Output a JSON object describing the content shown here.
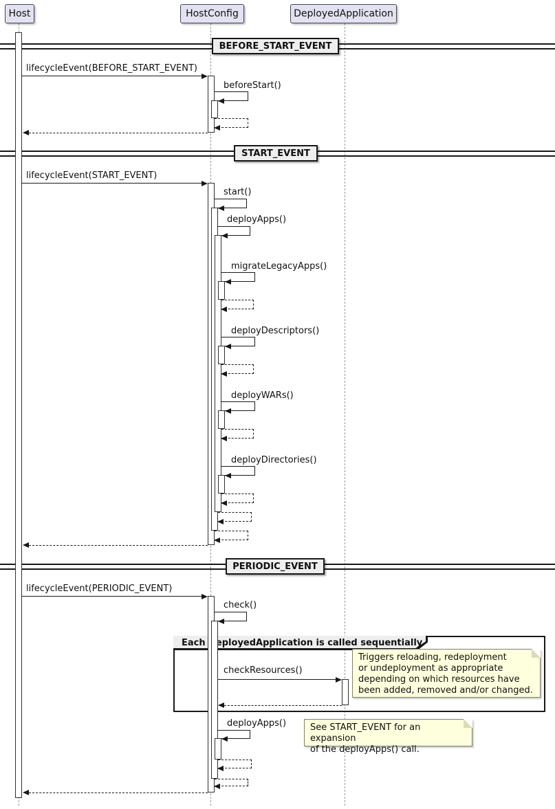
{
  "participants": [
    {
      "label": "Host"
    },
    {
      "label": "HostConfig"
    },
    {
      "label": "DeployedApplication"
    }
  ],
  "dividers": [
    {
      "label": "BEFORE_START_EVENT"
    },
    {
      "label": "START_EVENT"
    },
    {
      "label": "PERIODIC_EVENT"
    }
  ],
  "messages": {
    "lifecycle_before_start": {
      "label": "lifecycleEvent(BEFORE_START_EVENT)"
    },
    "before_start": {
      "label": "beforeStart()"
    },
    "lifecycle_start": {
      "label": "lifecycleEvent(START_EVENT)"
    },
    "start": {
      "label": "start()"
    },
    "deploy_apps": {
      "label": "deployApps()"
    },
    "migrate_legacy_apps": {
      "label": "migrateLegacyApps()"
    },
    "deploy_descriptors": {
      "label": "deployDescriptors()"
    },
    "deploy_wars": {
      "label": "deployWARs()"
    },
    "deploy_directories": {
      "label": "deployDirectories()"
    },
    "lifecycle_periodic": {
      "label": "lifecycleEvent(PERIODIC_EVENT)"
    },
    "check": {
      "label": "check()"
    },
    "check_resources": {
      "label": "checkResources()"
    },
    "deploy_apps_periodic": {
      "label": "deployApps()"
    }
  },
  "group": {
    "label": "Each DeployedApplication is called sequentially"
  },
  "notes": {
    "check_resources_note": {
      "text": "Triggers reloading, redeployment\nor undeployment as appropriate\ndepending on which resources have\nbeen added, removed and/or changed."
    },
    "deploy_apps_note": {
      "text": "See START_EVENT for an expansion\nof the deployApps() call."
    }
  },
  "colors": {
    "participant_fill": "#E2E2F0",
    "note_fill": "#FEFFDD",
    "divider_fill": "#EEEEEE",
    "line": "#181818",
    "lifeline": "#9A9A9A"
  }
}
